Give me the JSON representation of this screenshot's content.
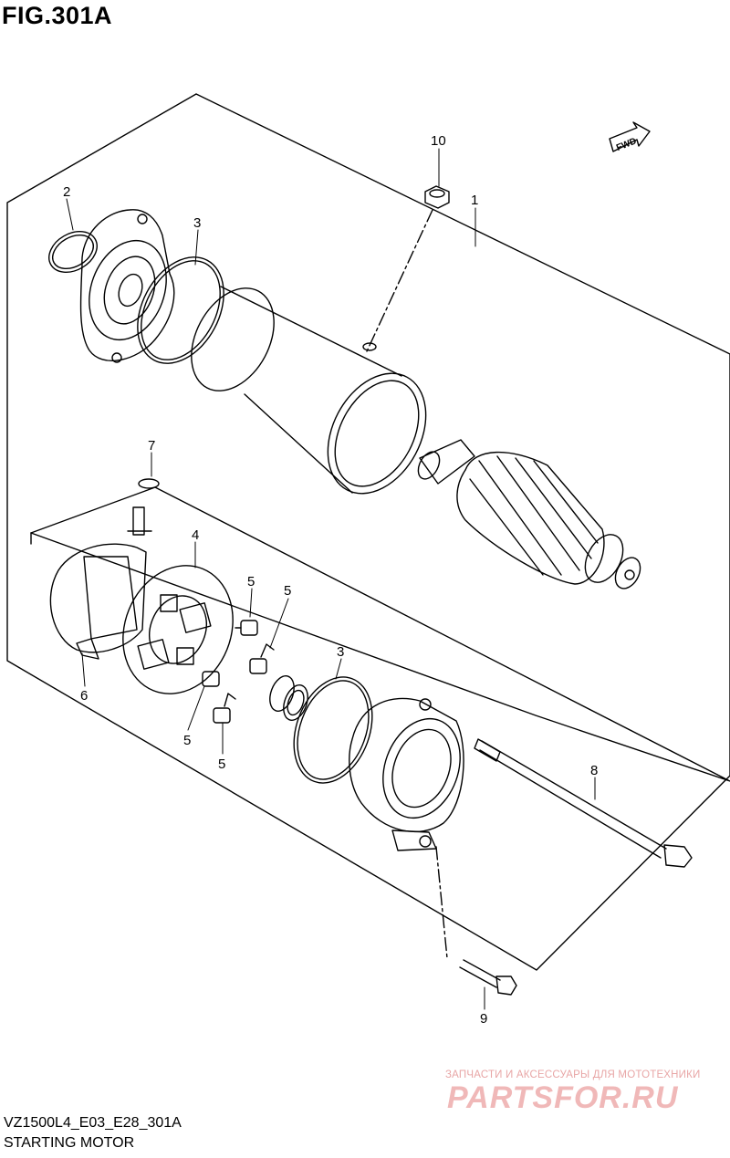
{
  "figure": {
    "title": "FIG.301A",
    "model_code": "VZ1500L4_E03_E28_301A",
    "name": "STARTING MOTOR"
  },
  "direction_tag": "FWD",
  "callouts": [
    "10",
    "1",
    "2",
    "3",
    "7",
    "4",
    "5",
    "5",
    "5",
    "5",
    "3",
    "6",
    "8",
    "9"
  ],
  "watermark": {
    "tagline": "ЗАПЧАСТИ И АКСЕССУАРЫ ДЛЯ МОТОТЕХНИКИ",
    "brand": "PARTSFOR.RU"
  },
  "colors": {
    "ink": "#000000",
    "paper": "#ffffff",
    "watermark": "#f0b8b8"
  }
}
